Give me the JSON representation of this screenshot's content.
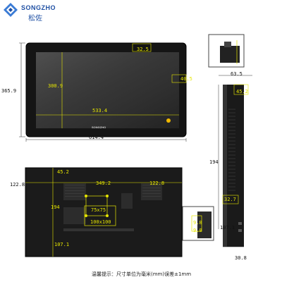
{
  "logo": {
    "name": "SONGZHO",
    "name_cn": "松佐"
  },
  "front": {
    "width": "614.4",
    "height": "365.9",
    "screen_width": "533.4",
    "screen_height": "300.9",
    "top_margin": "32.5",
    "side_margin": "40.5",
    "bezel_brand": "SONGZHO"
  },
  "side": {
    "depth": "63.5",
    "top_offset": "45.2",
    "mount_height": "194",
    "lower_gap": "32.7",
    "bottom_offset": "107.1",
    "bottom_depth": "30.8",
    "detail_a": "9.8",
    "detail_b": "9.8"
  },
  "back": {
    "top_offset": "45.2",
    "left_offset": "122.8",
    "center_span": "349.2",
    "right_offset": "122.8",
    "mount_height": "194",
    "vesa_small": "75x75",
    "vesa_large": "100x100",
    "bottom_offset": "107.1"
  },
  "footnote": "温馨提示：尺寸单位为毫米(mm)误差±1mm",
  "colors": {
    "brand": "#1e4fa3",
    "dimension_yellow": "#e6e600",
    "panel": "#111111"
  }
}
